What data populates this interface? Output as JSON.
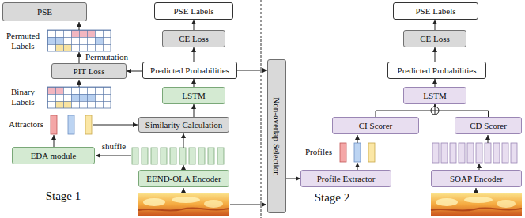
{
  "diagram": {
    "nodes": [
      {
        "text": [
          "PSE"
        ]
      },
      {
        "text": [
          "PSE Labels"
        ]
      },
      {
        "text": [
          "PSE Labels"
        ]
      },
      {
        "text": [
          "CE Loss"
        ]
      },
      {
        "text": [
          "CE Loss"
        ]
      },
      {
        "text": [
          "PIT Loss"
        ]
      },
      {
        "text": [
          "Predicted Probabilities"
        ]
      },
      {
        "text": [
          "Predicted Probabilities"
        ]
      },
      {
        "text": [
          "LSTM"
        ]
      },
      {
        "text": [
          "LSTM"
        ]
      },
      {
        "text": [
          "Similarity Calculation"
        ]
      },
      {
        "text": [
          "CI Scorer"
        ]
      },
      {
        "text": [
          "CD Scorer"
        ]
      },
      {
        "text": [
          "EDA module"
        ]
      },
      {
        "text": [
          "EEND-OLA Encoder"
        ]
      },
      {
        "text": [
          "Profile Extractor"
        ]
      },
      {
        "text": [
          "SOAP Encoder"
        ]
      },
      {
        "text": [
          "Non-overlap Selection"
        ]
      }
    ],
    "edges": [
      {
        "from": 3,
        "to": 1,
        "arrow": "to"
      },
      {
        "from": 4,
        "to": 2,
        "arrow": "to"
      },
      {
        "from": 6,
        "to": 3,
        "arrow": "to"
      },
      {
        "from": 7,
        "to": 4,
        "arrow": "to"
      },
      {
        "from": 8,
        "to": 6,
        "arrow": "to"
      },
      {
        "from": 9,
        "to": 7,
        "arrow": "to"
      },
      {
        "from": 10,
        "to": 8,
        "arrow": "to"
      },
      {
        "from": 11,
        "to": 9,
        "arrow": "to"
      },
      {
        "from": 12,
        "to": 9,
        "arrow": "to"
      },
      {
        "from": 6,
        "to": 5,
        "arrow": "to"
      },
      {
        "from": 6,
        "to": 17,
        "arrow": "to"
      },
      {
        "from": 17,
        "to": 15,
        "arrow": "to"
      }
    ],
    "labels": [
      "Permuted Labels",
      "Permutation",
      "Binary Labels",
      "Attractors",
      "shuffle",
      "Stage 1",
      "Profiles",
      "Stage 2"
    ]
  }
}
